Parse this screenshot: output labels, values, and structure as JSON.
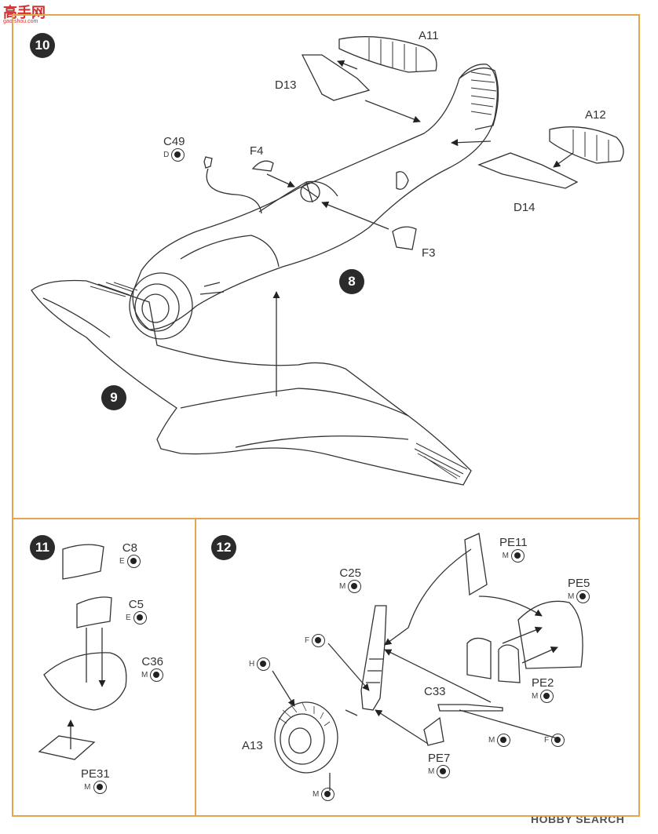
{
  "watermark": {
    "top": "高手网",
    "top_sub": "gao-shou.com",
    "bottom": "HOBBY SEARCH"
  },
  "steps": {
    "s10": "10",
    "s8": "8",
    "s9": "9",
    "s11": "11",
    "s12": "12"
  },
  "step10": {
    "a11": "A11",
    "d13": "D13",
    "a12": "A12",
    "d14": "D14",
    "c49": "C49",
    "c49_color": "D",
    "f4": "F4",
    "f3": "F3"
  },
  "step11": {
    "c8": "C8",
    "c8_color": "E",
    "c5": "C5",
    "c5_color": "E",
    "c36": "C36",
    "c36_color": "M",
    "pe31": "PE31",
    "pe31_color": "M"
  },
  "step12": {
    "c25": "C25",
    "c25_color": "M",
    "pe11": "PE11",
    "pe11_color": "M",
    "pe5": "PE5",
    "pe5_color": "M",
    "pe2": "PE2",
    "pe2_color": "M",
    "c33": "C33",
    "f_left": "F",
    "h": "H",
    "a13": "A13",
    "a13_color": "M",
    "pe7": "PE7",
    "pe7_color": "M",
    "c33_color": "M",
    "f_right": "F"
  },
  "colors": {
    "frame": "#e3a54e",
    "step_badge": "#2b2b2b",
    "line": "#333333"
  }
}
